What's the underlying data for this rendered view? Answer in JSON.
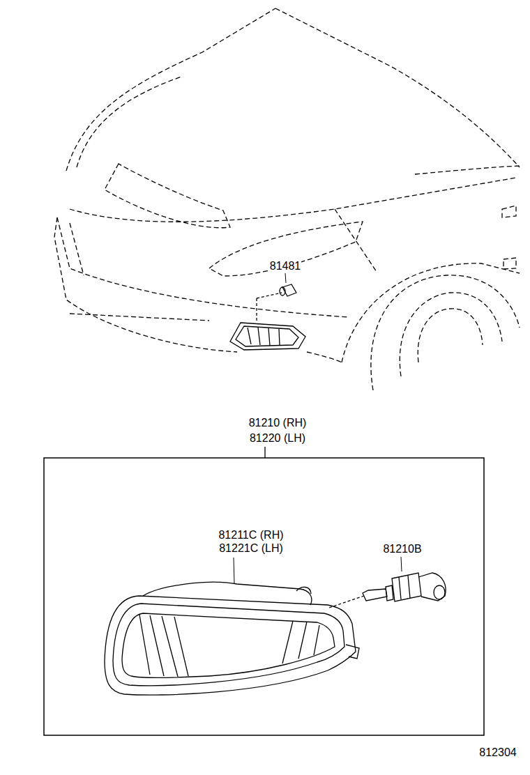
{
  "diagram": {
    "labels": [
      "81481",
      "81210 (RH)",
      "81220 (LH)",
      "81211C (RH)",
      "81221C (LH)",
      "81210B",
      "812304"
    ]
  }
}
